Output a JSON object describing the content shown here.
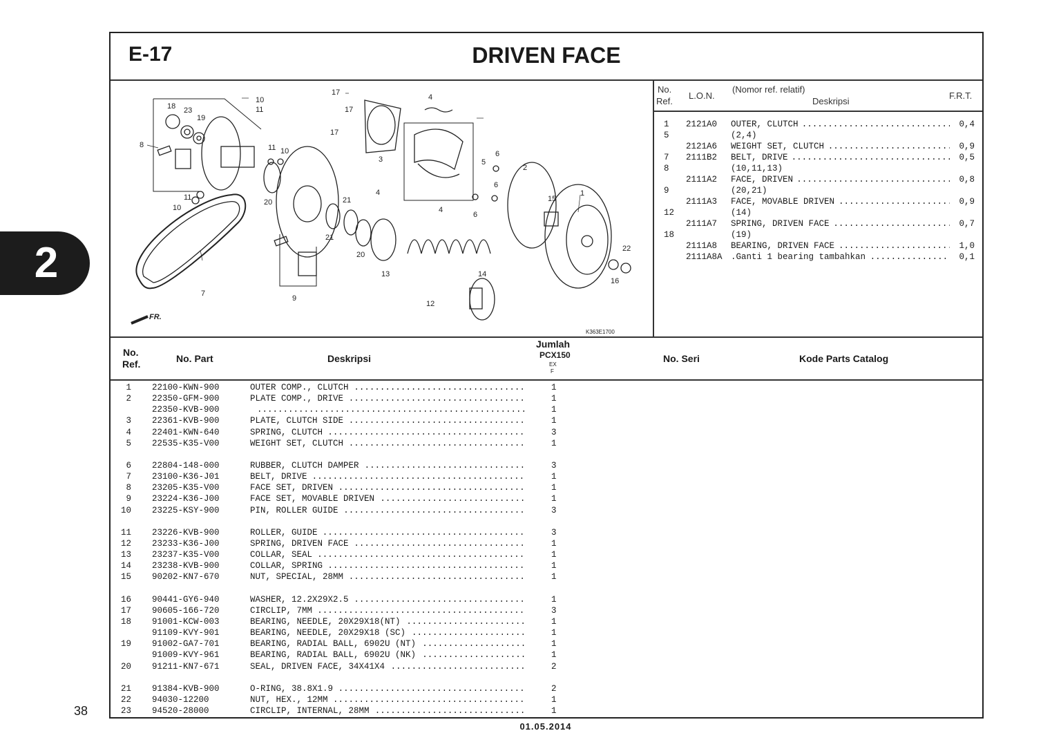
{
  "header": {
    "code": "E-17",
    "title": "DRIVEN FACE"
  },
  "section_tab": "2",
  "page_number": "38",
  "footer_date": "01.05.2014",
  "diagram": {
    "image_code": "K363E1700",
    "front_label": "FR.",
    "callouts": [
      "18",
      "23",
      "19",
      "8",
      "10",
      "11",
      "17",
      "17",
      "17",
      "4",
      "3",
      "5",
      "6",
      "2",
      "6",
      "11",
      "10",
      "11",
      "10",
      "20",
      "21",
      "21",
      "4",
      "4",
      "6",
      "15",
      "1",
      "22",
      "16",
      "20",
      "13",
      "14",
      "12",
      "9",
      "7"
    ]
  },
  "lon_table": {
    "headers": {
      "ref_1": "No.",
      "ref_2": "Ref.",
      "lon": "L.O.N.",
      "desc_note": "(Nomor ref. relatif)",
      "desc": "Deskripsi",
      "frt": "F.R.T."
    },
    "lines": [
      {
        "ref": "1",
        "lon": "2121A0",
        "desc": "OUTER, CLUTCH",
        "frt": "0,4"
      },
      {
        "ref": "5",
        "lon": "",
        "desc": "(2,4)",
        "frt": ""
      },
      {
        "ref": "",
        "lon": "2121A6",
        "desc": "WEIGHT SET, CLUTCH",
        "frt": "0,9"
      },
      {
        "ref": "7",
        "lon": "2111B2",
        "desc": "BELT, DRIVE",
        "frt": "0,5"
      },
      {
        "ref": "8",
        "lon": "",
        "desc": "(10,11,13)",
        "frt": ""
      },
      {
        "ref": "",
        "lon": "2111A2",
        "desc": "FACE, DRIVEN",
        "frt": "0,8"
      },
      {
        "ref": "9",
        "lon": "",
        "desc": "(20,21)",
        "frt": ""
      },
      {
        "ref": "",
        "lon": "2111A3",
        "desc": "FACE, MOVABLE DRIVEN",
        "frt": "0,9"
      },
      {
        "ref": "12",
        "lon": "",
        "desc": "(14)",
        "frt": ""
      },
      {
        "ref": "",
        "lon": "2111A7",
        "desc": "SPRING, DRIVEN FACE",
        "frt": "0,7"
      },
      {
        "ref": "18",
        "lon": "",
        "desc": "(19)",
        "frt": ""
      },
      {
        "ref": "",
        "lon": "2111A8",
        "desc": "BEARING, DRIVEN FACE",
        "frt": "1,0"
      },
      {
        "ref": "",
        "lon": "2111A8A",
        "desc": ".Ganti 1 bearing tambahkan",
        "frt": "0,1"
      }
    ]
  },
  "parts_table": {
    "headers": {
      "ref_1": "No.",
      "ref_2": "Ref.",
      "part": "No. Part",
      "desc": "Deskripsi",
      "qty": "Jumlah",
      "model": "PCX150",
      "type_1": "EX",
      "type_2": "F",
      "serial": "No. Seri",
      "catalog": "Kode Parts Catalog"
    },
    "rows": [
      {
        "ref": "1",
        "part": "22100-KWN-900",
        "desc": "OUTER COMP., CLUTCH",
        "qty": "1"
      },
      {
        "ref": "2",
        "part": "22350-GFM-900",
        "desc": "PLATE COMP., DRIVE",
        "qty": "1"
      },
      {
        "ref": "",
        "part": "22350-KVB-900",
        "desc": "",
        "qty": "1"
      },
      {
        "ref": "3",
        "part": "22361-KVB-900",
        "desc": "PLATE, CLUTCH SIDE",
        "qty": "1"
      },
      {
        "ref": "4",
        "part": "22401-KWN-640",
        "desc": "SPRING, CLUTCH",
        "qty": "3"
      },
      {
        "ref": "5",
        "part": "22535-K35-V00",
        "desc": "WEIGHT SET, CLUTCH",
        "qty": "1"
      },
      null,
      {
        "ref": "6",
        "part": "22804-148-000",
        "desc": "RUBBER, CLUTCH DAMPER",
        "qty": "3"
      },
      {
        "ref": "7",
        "part": "23100-K36-J01",
        "desc": "BELT, DRIVE",
        "qty": "1"
      },
      {
        "ref": "8",
        "part": "23205-K35-V00",
        "desc": "FACE SET, DRIVEN",
        "qty": "1"
      },
      {
        "ref": "9",
        "part": "23224-K36-J00",
        "desc": "FACE SET, MOVABLE DRIVEN",
        "qty": "1"
      },
      {
        "ref": "10",
        "part": "23225-KSY-900",
        "desc": "PIN, ROLLER GUIDE",
        "qty": "3"
      },
      null,
      {
        "ref": "11",
        "part": "23226-KVB-900",
        "desc": "ROLLER, GUIDE",
        "qty": "3"
      },
      {
        "ref": "12",
        "part": "23233-K36-J00",
        "desc": "SPRING, DRIVEN FACE",
        "qty": "1"
      },
      {
        "ref": "13",
        "part": "23237-K35-V00",
        "desc": "COLLAR, SEAL",
        "qty": "1"
      },
      {
        "ref": "14",
        "part": "23238-KVB-900",
        "desc": "COLLAR, SPRING",
        "qty": "1"
      },
      {
        "ref": "15",
        "part": "90202-KN7-670",
        "desc": "NUT, SPECIAL, 28MM",
        "qty": "1"
      },
      null,
      {
        "ref": "16",
        "part": "90441-GY6-940",
        "desc": "WASHER, 12.2X29X2.5",
        "qty": "1"
      },
      {
        "ref": "17",
        "part": "90605-166-720",
        "desc": "CIRCLIP, 7MM",
        "qty": "3"
      },
      {
        "ref": "18",
        "part": "91001-KCW-003",
        "desc": "BEARING, NEEDLE, 20X29X18(NT)",
        "qty": "1"
      },
      {
        "ref": "",
        "part": "91109-KVY-901",
        "desc": "BEARING, NEEDLE, 20X29X18 (SC)",
        "qty": "1"
      },
      {
        "ref": "19",
        "part": "91002-GA7-701",
        "desc": "BEARING, RADIAL BALL, 6902U (NT)",
        "qty": "1"
      },
      {
        "ref": "",
        "part": "91009-KVY-961",
        "desc": "BEARING, RADIAL BALL, 6902U (NK)",
        "qty": "1"
      },
      {
        "ref": "20",
        "part": "91211-KN7-671",
        "desc": "SEAL, DRIVEN FACE, 34X41X4",
        "qty": "2"
      },
      null,
      {
        "ref": "21",
        "part": "91384-KVB-900",
        "desc": "O-RING, 38.8X1.9",
        "qty": "2"
      },
      {
        "ref": "22",
        "part": "94030-12200",
        "desc": "NUT, HEX., 12MM",
        "qty": "1"
      },
      {
        "ref": "23",
        "part": "94520-28000",
        "desc": "CIRCLIP, INTERNAL, 28MM",
        "qty": "1"
      }
    ]
  }
}
